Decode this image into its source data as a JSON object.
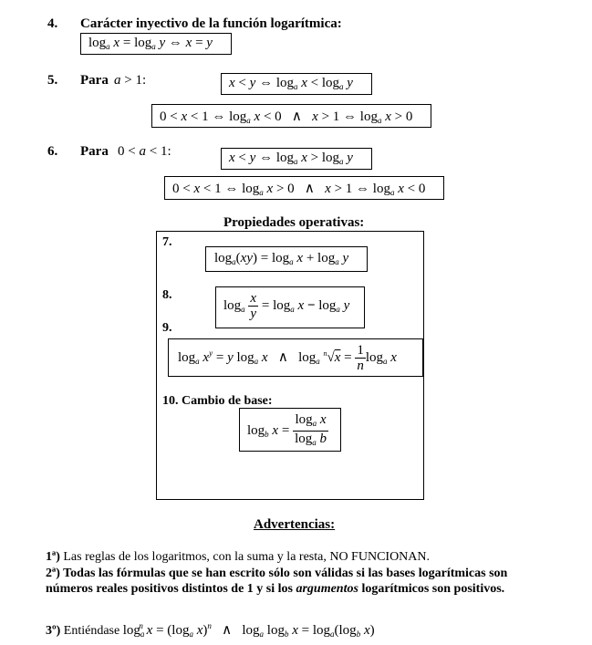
{
  "items": {
    "n4": "4.",
    "t4": "Carácter inyectivo de la función logarítmica:",
    "n5": "5.",
    "t5": "Para",
    "cond5": "a > 1",
    "n6": "6.",
    "t6": "Para",
    "cond6": "0 < a < 1"
  },
  "formulas": {
    "f4": "log_a x = log_a y ⇔ x = y",
    "f5a": "x < y ⇔ log_a x < log_a y",
    "f5b": "0 < x < 1 ⇔ log_a x < 0  ∧  x > 1 ⇔ log_a x > 0",
    "f6a": "x < y ⇔ log_a x > log_a y",
    "f6b": "0 < x < 1 ⇔ log_a x > 0  ∧  x > 1 ⇔ log_a x < 0",
    "f7": "log_a (xy) = log_a x + log_a y",
    "f8": "log_a (x/y) = log_a x − log_a y",
    "f9": "log_a x^y = y log_a x  ∧  log_a ⁿ√x = (1/n) log_a x",
    "f10": "log_b x = log_a x / log_a b",
    "f3rd": "log_a^n x = (log_a x)^n  ∧  log_a log_b x = log_a (log_b x)"
  },
  "operativas": {
    "heading": "Propiedades operativas:",
    "n7": "7.",
    "n8": "8.",
    "n9": "9.",
    "n10": "10. Cambio de base:"
  },
  "advertencias": {
    "heading": "Advertencias:",
    "w1_num": "1ª)",
    "w1_text": " Las reglas de los logaritmos, con la suma y la resta, NO FUNCIONAN.",
    "w2_num": "2ª)",
    "w2_text_a": " Todas las fórmulas que se han escrito sólo son válidas si las bases logarítmicas son números reales positivos distintos de 1 y si los ",
    "w2_italic": "argumentos",
    "w2_text_b": " logarítmicos son positivos.",
    "w3_num": "3º)",
    "w3_text": " Entiéndase"
  }
}
